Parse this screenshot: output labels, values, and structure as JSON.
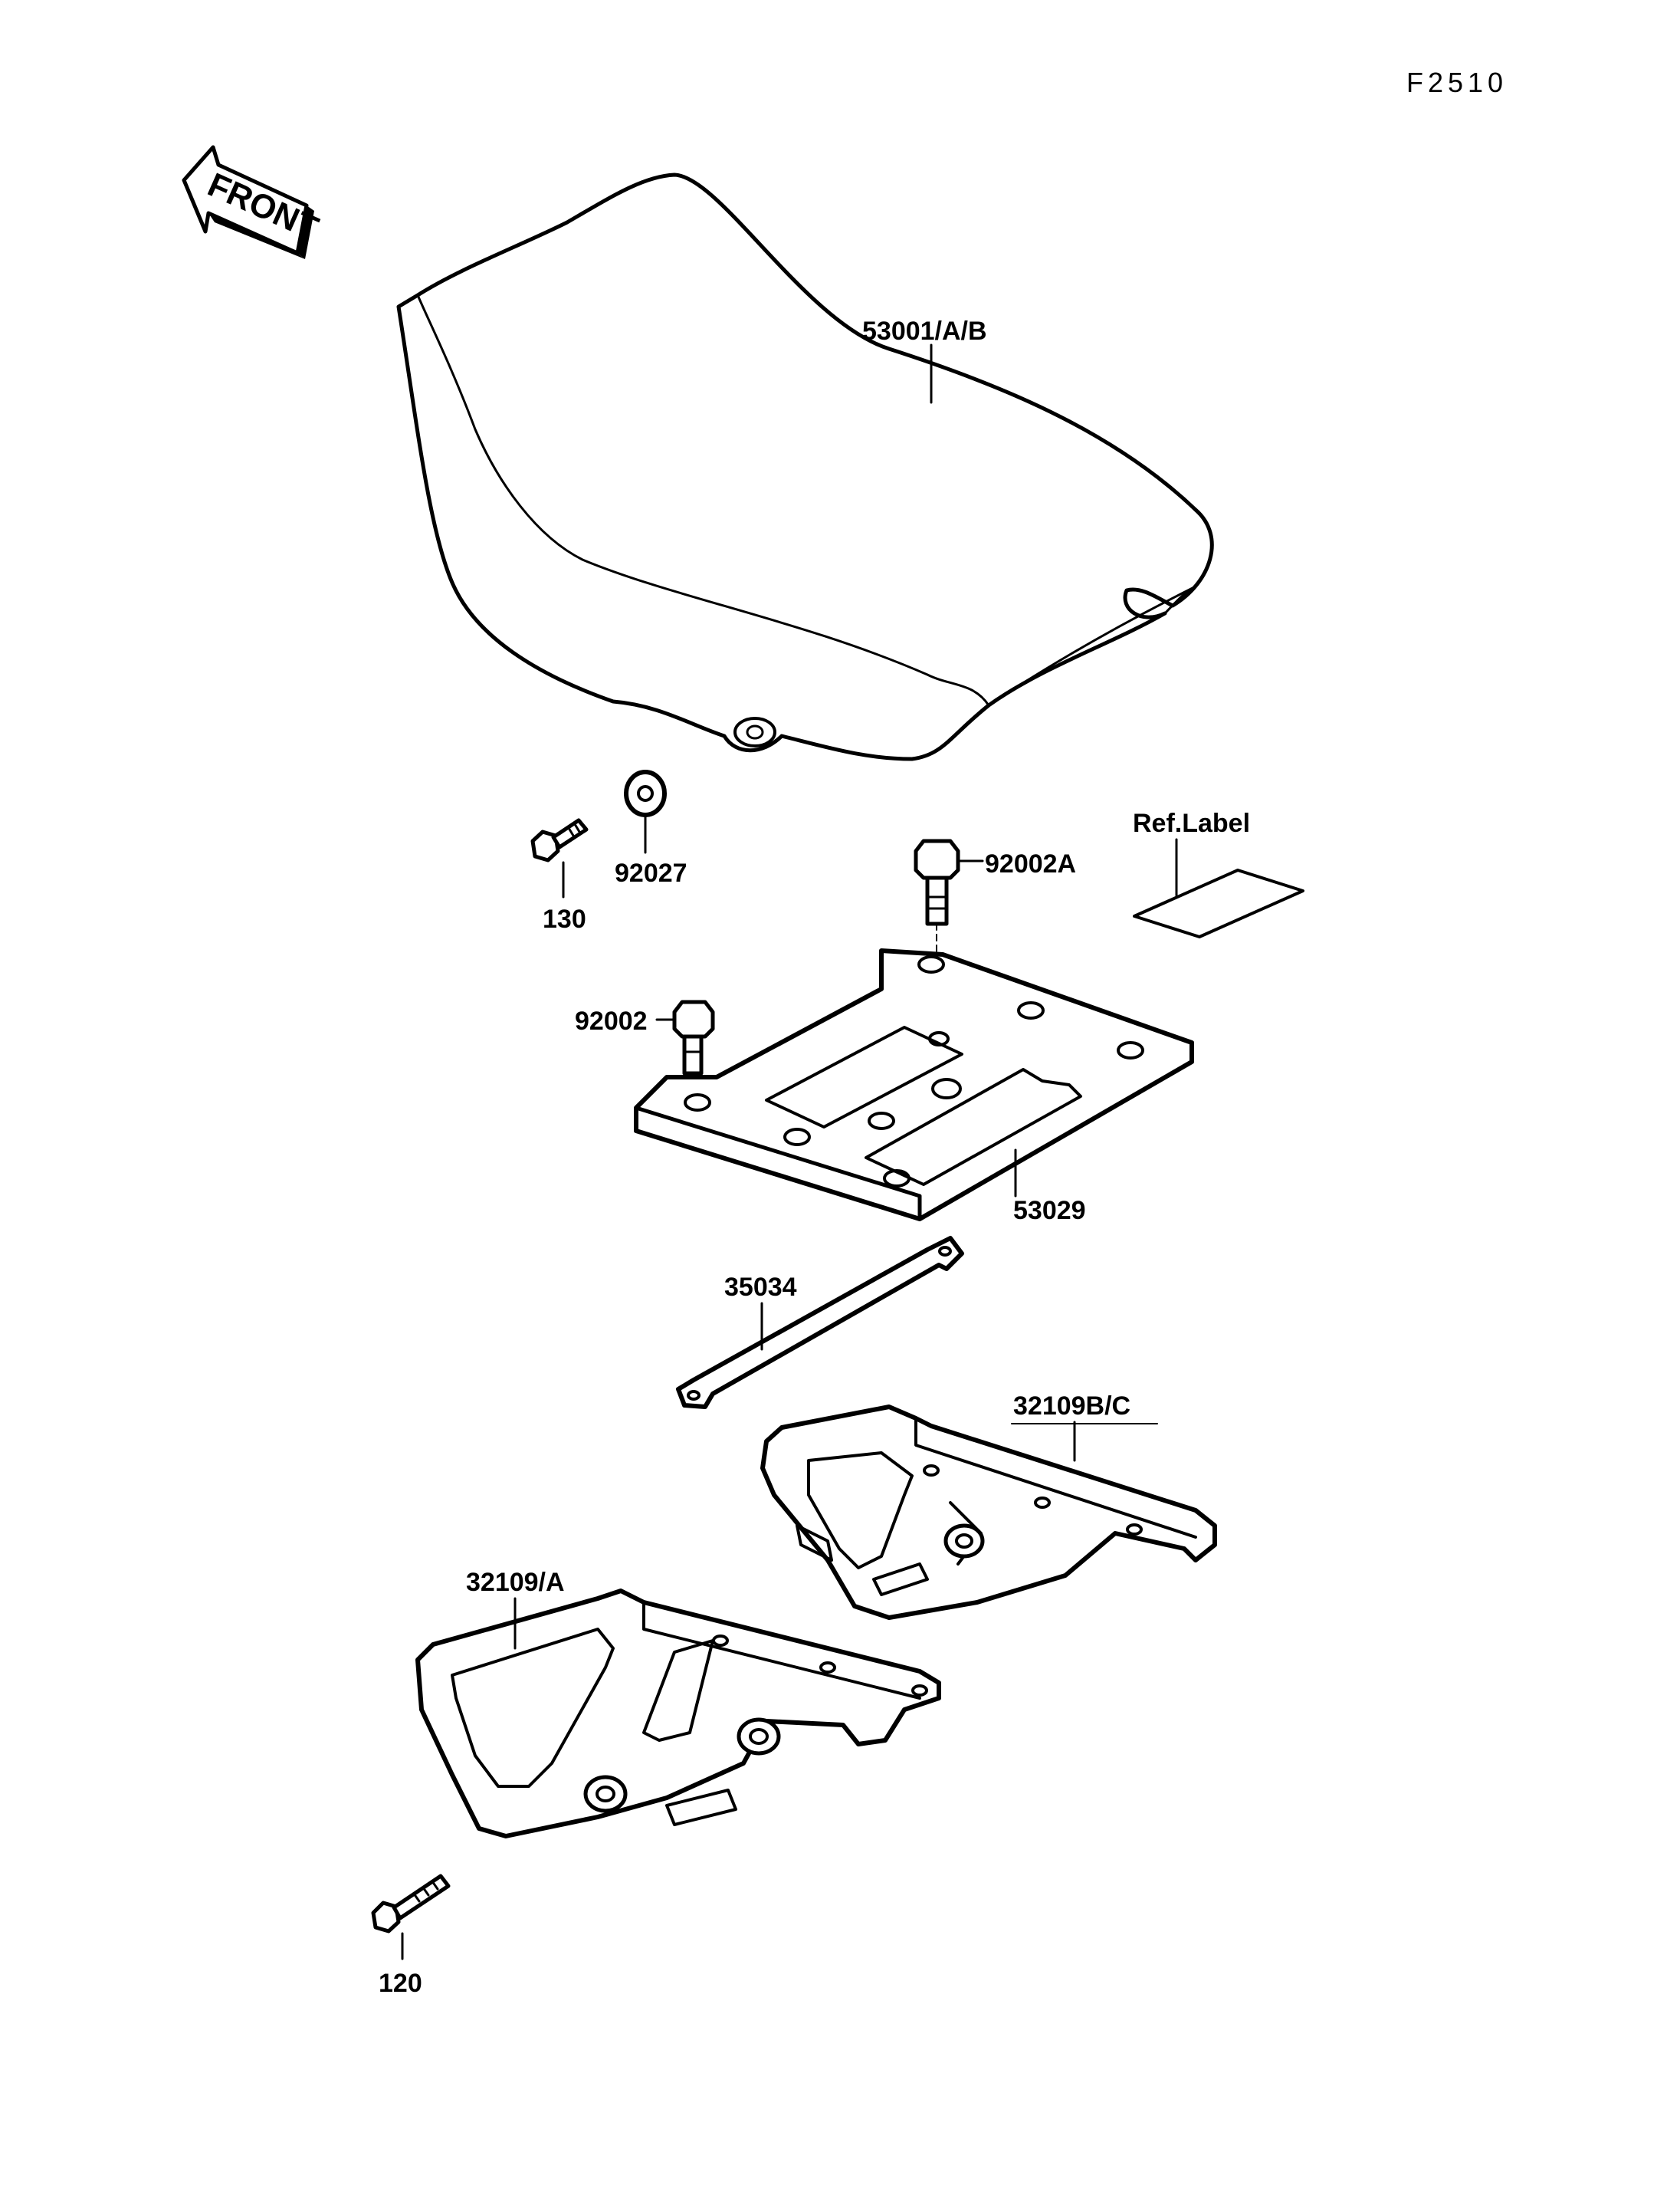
{
  "figure_code": "F2510",
  "front_arrow": {
    "label": "FRONT",
    "icon": "front-arrow-icon"
  },
  "parts": {
    "seat": "53001/A/B",
    "collar": "92027",
    "bolt_130": "130",
    "bolt_92002A": "92002A",
    "ref_label": "Ref.Label",
    "bolt_92002": "92002",
    "seat_plate": "53029",
    "stay_rod": "35034",
    "grab_bar_bc": "32109B/C",
    "grab_bar_a": "32109/A",
    "bolt_120": "120"
  }
}
